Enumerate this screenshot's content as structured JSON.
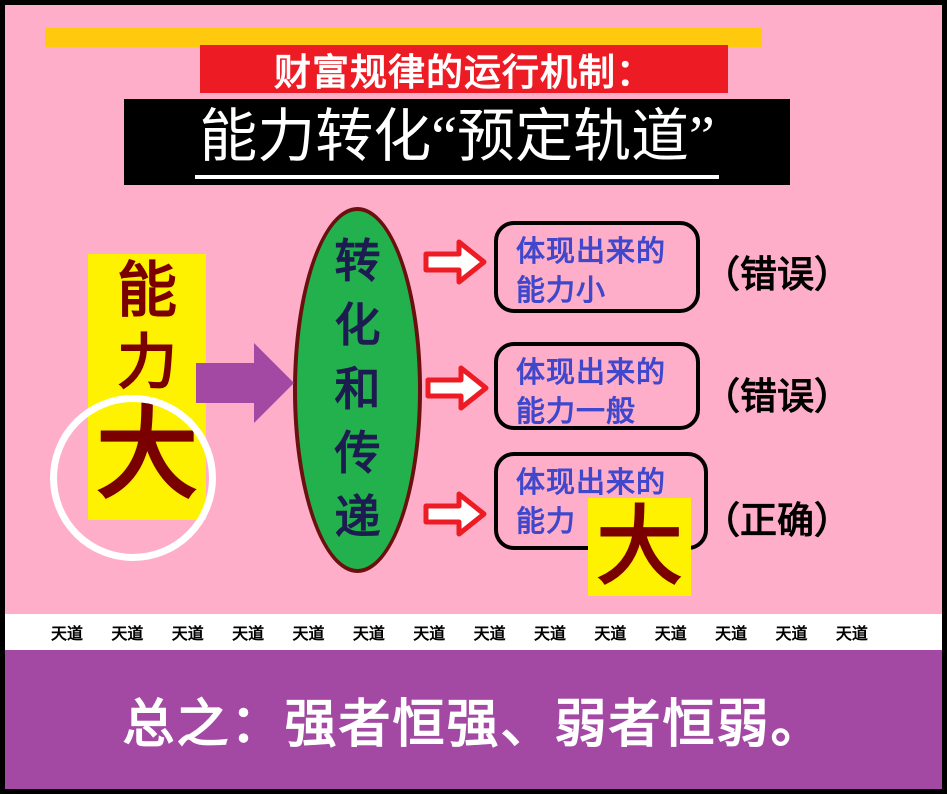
{
  "title": {
    "red_banner": "财富规律的运行机制：",
    "main": "能力转化“预定轨道”"
  },
  "left_block": {
    "char1": "能",
    "char2": "力",
    "big_char": "大"
  },
  "process": {
    "chars": [
      "转",
      "化",
      "和",
      "传",
      "递"
    ]
  },
  "outcomes": [
    {
      "line1": "体现出来的",
      "line2": "能力小",
      "verdict": "（错误）"
    },
    {
      "line1": "体现出来的",
      "line2": "能力一般",
      "verdict": "（错误）"
    },
    {
      "line1": "体现出来的",
      "line2": "能力",
      "big_char": "大",
      "verdict": "（正确）"
    }
  ],
  "ticker": {
    "word": "天道",
    "count": 14
  },
  "footer": {
    "summary": "总之：强者恒强、弱者恒弱。"
  },
  "colors": {
    "background_pink": "#FFAEC9",
    "top_bar_yellow": "#FFC90E",
    "banner_red": "#ED1C24",
    "banner_black": "#000000",
    "highlight_yellow": "#FFF200",
    "ellipse_green": "#22B14C",
    "ellipse_border": "#6B0F0F",
    "arrow_purple": "#A349A4",
    "footer_purple": "#A349A4",
    "dark_red_text": "#7A0000",
    "outcome_blue_text": "#3F48CC",
    "arrow_outline_red": "#ED1C24"
  }
}
